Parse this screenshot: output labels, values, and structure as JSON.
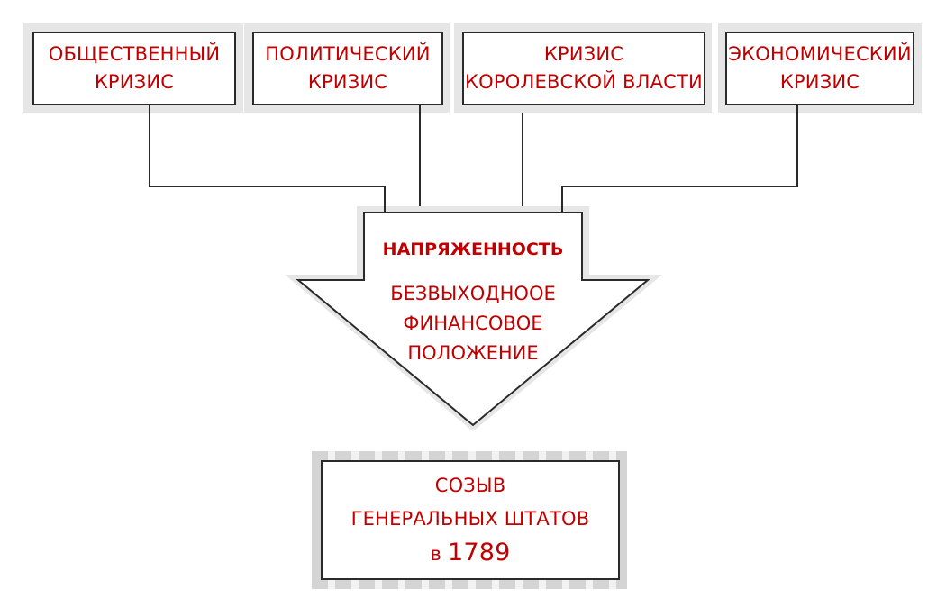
{
  "diagram": {
    "causes": [
      {
        "lines": [
          "ОБЩЕСТВЕННЫЙ",
          "КРИЗИС"
        ]
      },
      {
        "lines": [
          "ПОЛИТИЧЕСКИЙ",
          "КРИЗИС"
        ]
      },
      {
        "lines": [
          "КРИЗИС",
          "КОРОЛЕВСКОЙ ВЛАСТИ"
        ]
      },
      {
        "lines": [
          "ЭКОНОМИЧЕСКИЙ",
          "КРИЗИС"
        ]
      }
    ],
    "arrow": {
      "title": "НАПРЯЖЕННОСТЬ",
      "body_lines": [
        "БЕЗВЫХОДНООЕ",
        "ФИНАНСОВОЕ",
        "ПОЛОЖЕНИЕ"
      ]
    },
    "result": {
      "line1": "СОЗЫВ",
      "line2": "ГЕНЕРАЛЬНЫХ ШТАТОВ",
      "line3_prefix": "в",
      "line3_year": "1789"
    },
    "colors": {
      "text": "#c00000",
      "border": "#2a2a2a",
      "shadow": "#e6e6e6"
    }
  }
}
